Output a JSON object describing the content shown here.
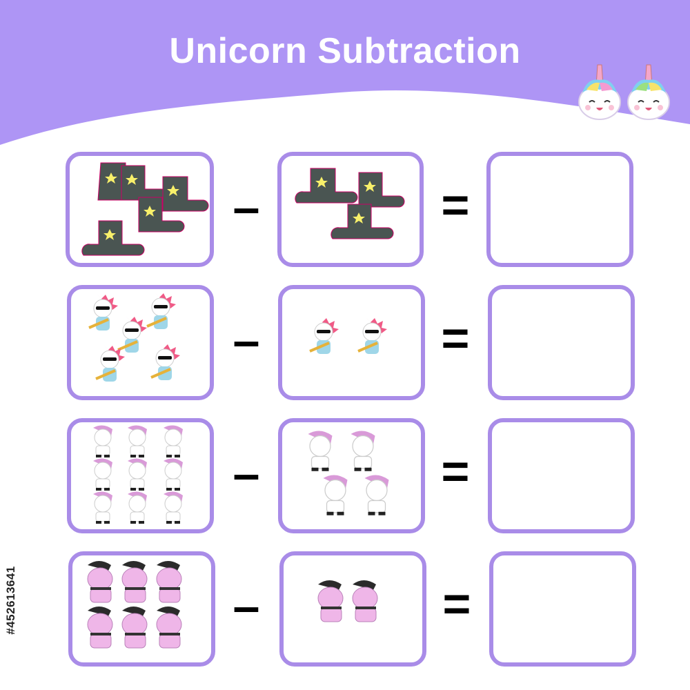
{
  "title": "Unicorn Subtraction",
  "operators": {
    "minus": "–",
    "equals": "="
  },
  "watermark": "#452613641",
  "rows": [
    {
      "left": {
        "item": "boot-icon",
        "count": 5
      },
      "right": {
        "item": "boot-icon",
        "count": 3
      },
      "answer": ""
    },
    {
      "left": {
        "item": "punk-unicorn-guitar-icon",
        "count": 5
      },
      "right": {
        "item": "punk-unicorn-guitar-icon",
        "count": 2
      },
      "answer": ""
    },
    {
      "left": {
        "item": "grumpy-unicorn-icon",
        "count": 9
      },
      "right": {
        "item": "grumpy-unicorn-icon",
        "count": 4
      },
      "answer": ""
    },
    {
      "left": {
        "item": "pink-rocker-unicorn-icon",
        "count": 6
      },
      "right": {
        "item": "pink-rocker-unicorn-icon",
        "count": 2
      },
      "answer": ""
    }
  ],
  "colors": {
    "header": "#ae95f5",
    "box_border": "#a98ce8",
    "boot": "#4a5552",
    "star": "#f8f06a",
    "pink_mane": "#f05a86",
    "pink_body": "#efb6e8",
    "black_mane": "#2b2b2b"
  }
}
